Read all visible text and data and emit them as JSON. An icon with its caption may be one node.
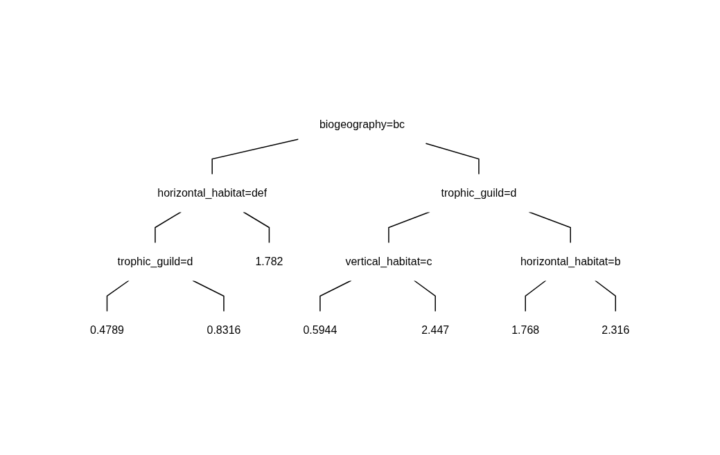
{
  "diagram": {
    "nodes": [
      {
        "text": [
          "biogeography=bc"
        ]
      },
      {
        "text": [
          "horizontal_habitat=def"
        ]
      },
      {
        "text": [
          "trophic_guild=d"
        ]
      },
      {
        "text": [
          "trophic_guild=d"
        ]
      },
      {
        "text": [
          "1.782"
        ]
      },
      {
        "text": [
          "0.4789"
        ]
      },
      {
        "text": [
          "0.8316"
        ]
      },
      {
        "text": [
          "vertical_habitat=c"
        ]
      },
      {
        "text": [
          "horizontal_habitat=b"
        ]
      },
      {
        "text": [
          "1.768"
        ]
      },
      {
        "text": [
          "2.316"
        ]
      },
      {
        "text": [
          "0.5944"
        ]
      },
      {
        "text": [
          "2.447"
        ]
      }
    ],
    "edges": [
      {
        "from": 0,
        "to": 1,
        "arrow": "none"
      },
      {
        "from": 0,
        "to": 2,
        "arrow": "none"
      },
      {
        "from": 1,
        "to": 3,
        "arrow": "none"
      },
      {
        "from": 1,
        "to": 4,
        "arrow": "none"
      },
      {
        "from": 3,
        "to": 5,
        "arrow": "none"
      },
      {
        "from": 3,
        "to": 6,
        "arrow": "none"
      },
      {
        "from": 2,
        "to": 7,
        "arrow": "none"
      },
      {
        "from": 2,
        "to": 8,
        "arrow": "none"
      },
      {
        "from": 7,
        "to": 11,
        "arrow": "none"
      },
      {
        "from": 7,
        "to": 12,
        "arrow": "none"
      },
      {
        "from": 8,
        "to": 9,
        "arrow": "none"
      },
      {
        "from": 8,
        "to": 10,
        "arrow": "none"
      }
    ]
  }
}
